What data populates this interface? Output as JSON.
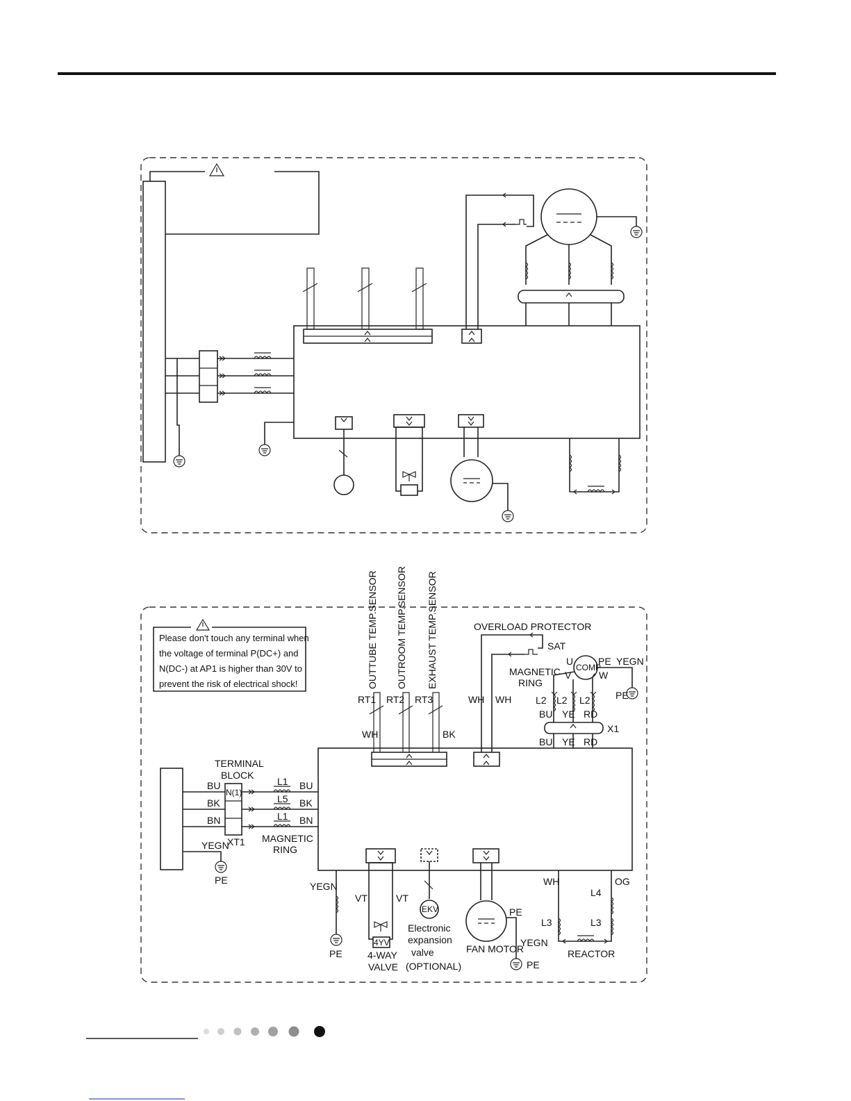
{
  "warning_text": [
    "Please don't touch any terminal when",
    " the voltage of terminal P(DC+) and",
    "N(DC-) at AP1 is higher than 30V to",
    "prevent the risk of electrical shock!"
  ],
  "sensors": {
    "outtube": "OUTTUBE TEMP.SENSOR",
    "outroom": "OUTROOM TEMP.SENSOR",
    "exhaust": "EXHAUST TEMP.SENSOR",
    "rt1": "RT1",
    "rt2": "RT2",
    "rt3": "RT3",
    "wh": "WH",
    "bk": "BK"
  },
  "overload": {
    "title": "OVERLOAD  PROTECTOR",
    "sat": "SAT",
    "wh_left": "WH",
    "wh_right": "WH"
  },
  "compressor": {
    "label": "COMP",
    "u": "U",
    "v": "V",
    "w": "W",
    "pe": "PE",
    "yegn": "YEGN",
    "ground": "PE",
    "magnetic": "MAGNETIC",
    "ring": "RING",
    "l2a": "L2",
    "l2b": "L2",
    "l2c": "L2",
    "bu": "BU",
    "ye": "YE",
    "rd": "RD",
    "x1": "X1",
    "bu2": "BU",
    "ye2": "YE",
    "rd2": "RD"
  },
  "terminal": {
    "title1": "TERMINAL",
    "title2": "BLOCK",
    "n1": "N(1)",
    "xt1": "XT1",
    "bu": "BU",
    "bk": "BK",
    "bn": "BN",
    "yegn": "YEGN",
    "pe": "PE",
    "l1a": "L1",
    "l5": "L5",
    "l1b": "L1",
    "bu_r": "BU",
    "bk_r": "BK",
    "bn_r": "BN",
    "magnetic": "MAGNETIC",
    "ring": "RING"
  },
  "bottom": {
    "yegn": "YEGN",
    "pe": "PE",
    "vt_left": "VT",
    "vt_right": "VT",
    "fouryv": "4YV",
    "valve1": "4-WAY",
    "valve2": "VALVE",
    "ekv": "EKV",
    "ekv1": "Electronic",
    "ekv2": "expansion",
    "ekv3": "valve",
    "ekv4": "(OPTIONAL)",
    "fan_pe": "PE",
    "fan_yegn": "YEGN",
    "fan_label": "FAN MOTOR",
    "fan_ground": "PE",
    "wh": "WH",
    "og": "OG",
    "l4": "L4",
    "l3a": "L3",
    "l3b": "L3",
    "reactor": "REACTOR"
  },
  "page_dots": {
    "count": 7
  }
}
